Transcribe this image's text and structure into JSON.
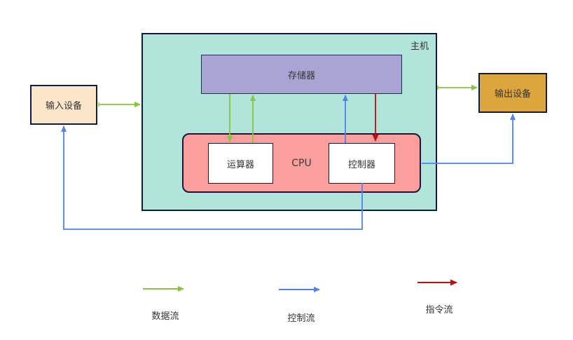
{
  "nodes": {
    "host": "主机",
    "memory": "存储器",
    "cpu": "CPU",
    "alu": "运算器",
    "controller": "控制器",
    "input_device": "输入设备",
    "output_device": "输出设备"
  },
  "legend": [
    {
      "label": "数据流",
      "color": "#86c63e"
    },
    {
      "label": "控制流",
      "color": "#4f82f7"
    },
    {
      "label": "指令流",
      "color": "#c00f0f"
    }
  ],
  "edges": [
    {
      "from": "输入设备",
      "to": "主机",
      "flow": "数据流"
    },
    {
      "from": "主机",
      "to": "输出设备",
      "flow": "数据流"
    },
    {
      "from": "存储器",
      "to": "运算器",
      "flow": "数据流"
    },
    {
      "from": "运算器",
      "to": "存储器",
      "flow": "数据流"
    },
    {
      "from": "控制器",
      "to": "存储器",
      "flow": "控制流"
    },
    {
      "from": "存储器",
      "to": "控制器",
      "flow": "指令流"
    },
    {
      "from": "CPU",
      "to": "输出设备",
      "flow": "控制流"
    },
    {
      "from": "控制器",
      "to": "输入设备",
      "flow": "控制流"
    }
  ],
  "colors": {
    "host_fill": "#b2e5da",
    "memory_fill": "#a9a4d4",
    "cpu_fill": "#fb9f9e",
    "input_fill": "#fce6c9",
    "output_fill": "#dda63c",
    "box_border": "#0f1c3f",
    "data_flow": "#86c63e",
    "control_flow": "#4f82f7",
    "instruction_flow": "#c00f0f"
  }
}
